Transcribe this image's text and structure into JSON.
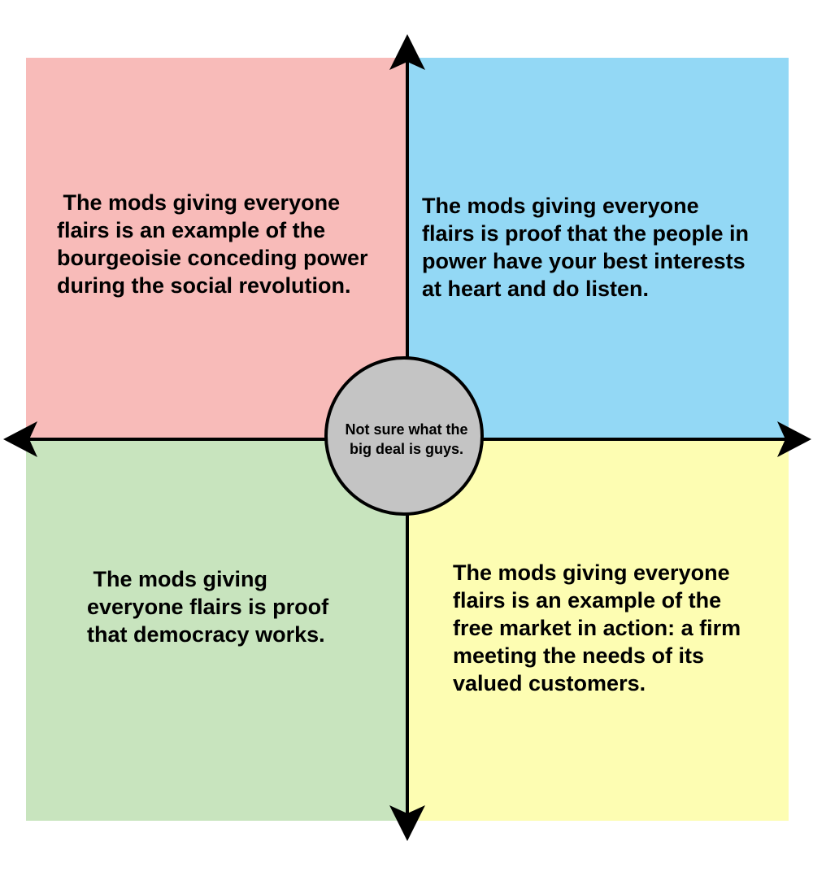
{
  "quadrants": {
    "top_left": {
      "color": "#f8bbb9",
      "text": " The mods giving everyone\nflairs is an example of the\nbourgeoisie conceding power\nduring the social revolution."
    },
    "top_right": {
      "color": "#93d8f5",
      "text": "The mods giving everyone\nflairs is proof that the people in\npower have your best interests\nat heart and do listen."
    },
    "bottom_left": {
      "color": "#c8e4be",
      "text": " The mods giving\neveryone flairs is proof\nthat democracy works."
    },
    "bottom_right": {
      "color": "#fdfdb2",
      "text": "The mods giving everyone\nflairs is an example of the\nfree market in action: a firm\nmeeting the needs of its\nvalued customers."
    }
  },
  "center": {
    "color": "#c4c4c4",
    "text": "Not sure what the\nbig deal is guys."
  }
}
